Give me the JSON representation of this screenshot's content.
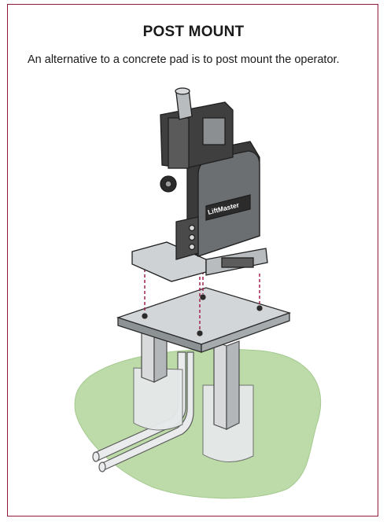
{
  "section": {
    "title": "POST MOUNT",
    "intro": "An alternative to a concrete pad is to post mount the operator."
  },
  "illustration": {
    "brand_plate": "LiftMaster",
    "colors": {
      "border": "#8e1b3a",
      "ground": "#bcdba8",
      "metal": "#cfd2d4",
      "dark": "#2b2b2b",
      "guide_line": "#a3234a"
    }
  }
}
